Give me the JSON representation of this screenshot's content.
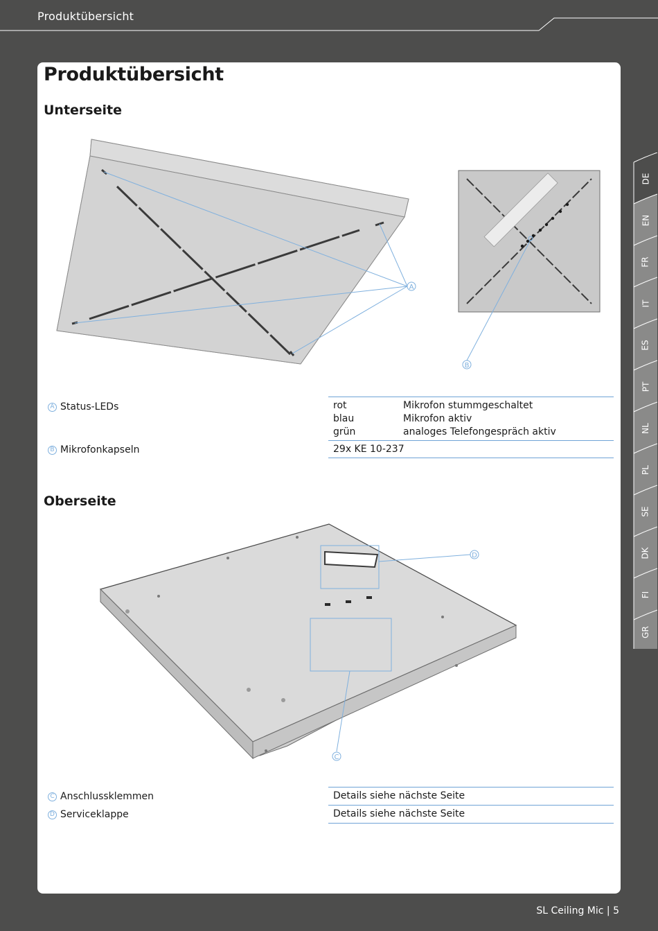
{
  "header": {
    "title": "Produktübersicht"
  },
  "page": {
    "title": "Produktübersicht",
    "section_bottom": "Unterseite",
    "section_top": "Oberseite"
  },
  "callouts": {
    "a": "A",
    "b": "B",
    "c": "C",
    "d": "D"
  },
  "legend_bottom": [
    {
      "letter": "A",
      "label": "Status-LEDs"
    },
    {
      "letter": "B",
      "label": "Mikrofonkapseln"
    }
  ],
  "led_table": [
    {
      "color": "rot",
      "meaning": "Mikrofon stummgeschaltet"
    },
    {
      "color": "blau",
      "meaning": "Mikrofon aktiv"
    },
    {
      "color": "grün",
      "meaning": "analoges Telefongespräch aktiv"
    }
  ],
  "capsules_value": "29x KE 10-237",
  "legend_top": [
    {
      "letter": "C",
      "label": "Anschlussklemmen",
      "detail": "Details siehe nächste Seite"
    },
    {
      "letter": "D",
      "label": "Serviceklappe",
      "detail": "Details siehe nächste Seite"
    }
  ],
  "language_tabs": [
    "DE",
    "EN",
    "FR",
    "IT",
    "ES",
    "PT",
    "NL",
    "PL",
    "SE",
    "DK",
    "FI",
    "GR"
  ],
  "footer": {
    "product": "SL Ceiling Mic",
    "page_number": "5"
  },
  "colors": {
    "background": "#4d4d4c",
    "accent": "#6fa3d6",
    "tab_active": "#4d4d4c",
    "tab_inactive": "#8a8a89"
  }
}
